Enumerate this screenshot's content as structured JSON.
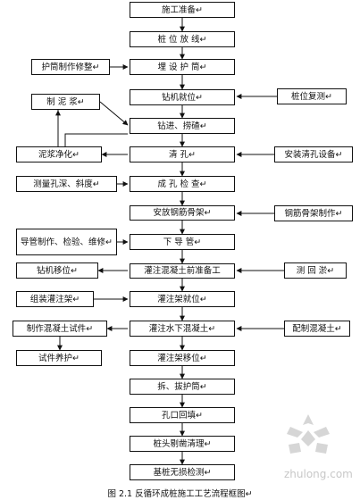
{
  "main_steps": {
    "s1": "施工准备↵",
    "s2": "桩 位 放 线↵",
    "s3": "埋 设 护 筒↵",
    "s4": "钻机就位↵",
    "s5": "钻进、捞碴↵",
    "s6": "清    孔↵",
    "s7": "成 孔 检 查↵",
    "s8": "安放钢筋骨架↵",
    "s9": "下 导 管↵",
    "s10": "灌注混凝土前准备工",
    "s11": "灌注架就位↵",
    "s12": "灌注水下混凝土↵",
    "s13": "灌注架移位↵",
    "s14": "拆、拔护筒↵",
    "s15": "孔口回填↵",
    "s16": "桩头剔凿清理↵",
    "s17": "基桩无损检测↵"
  },
  "left_steps": {
    "l1": "护筒制作修整↵",
    "l2": "制 泥 浆↵",
    "l3": "泥浆净化↵",
    "l4": "测量孔深、斜度↵",
    "l5": "导管制作、检验、维修↵",
    "l6": "钻机移位↵",
    "l7": "组装灌注架↵",
    "l8": "制作混凝土试件↵",
    "l9": "试件养护↵"
  },
  "right_steps": {
    "r1": "桩位复测↵",
    "r2": "安装清孔设备↵",
    "r3": "钢筋骨架制作↵",
    "r4": "测 回 淤↵",
    "r5": "配制混凝土↵"
  },
  "caption": "图 2.1 反循环成桩施工工艺流程框图↵",
  "watermark": "zhulong.com",
  "colors": {
    "line": "#111111",
    "watermark": "#c8c8c8"
  }
}
